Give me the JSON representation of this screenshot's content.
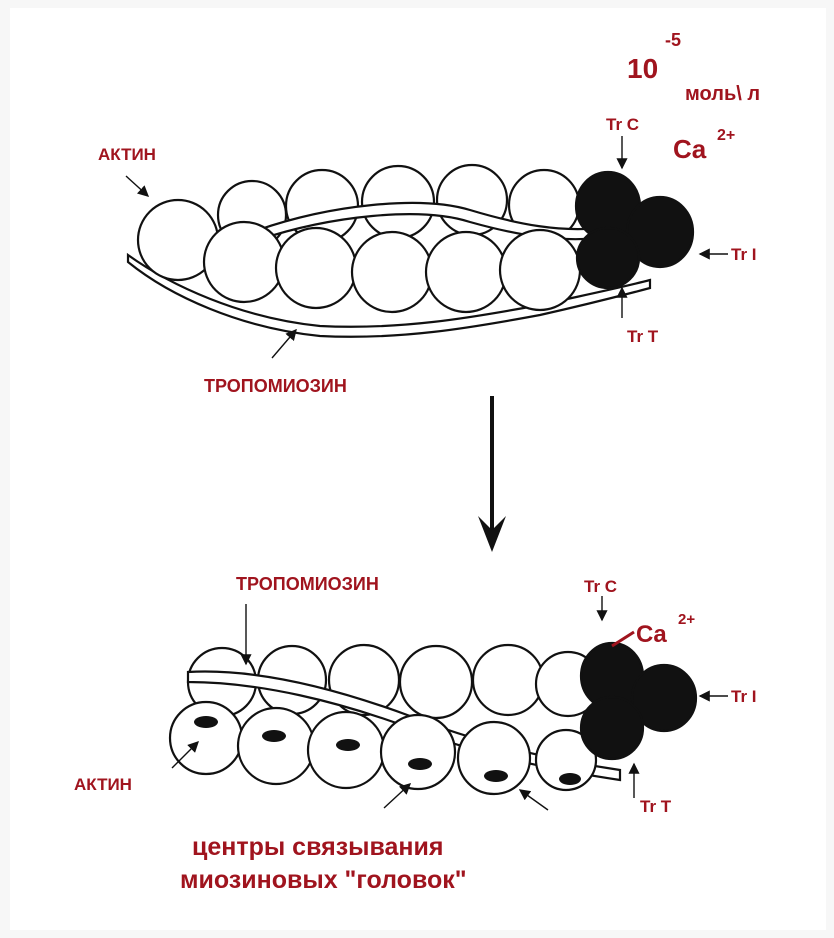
{
  "top_panel": {
    "concentration_base": "10",
    "concentration_exp": "-5",
    "concentration_unit": "моль\\ л",
    "ca_label": "Ca",
    "ca_charge": "2+",
    "trc_label": "Tr C",
    "tri_label": "Tr I",
    "trt_label": "Tr T",
    "actin_label": "АКТИН",
    "tropomyosin_label": "ТРОПОМИОЗИН"
  },
  "bottom_panel": {
    "tropomyosin_label": "ТРОПОМИОЗИН",
    "trc_label": "Tr C",
    "ca_label": "Ca",
    "ca_charge": "2+",
    "tri_label": "Tr I",
    "trt_label": "Tr T",
    "actin_label": "АКТИН",
    "caption_line1": "центры связывания",
    "caption_line2": "миозиновых \"головок\""
  },
  "colors": {
    "label_red": "#a0141e",
    "ink": "#111111",
    "background": "#f7f7f7"
  }
}
